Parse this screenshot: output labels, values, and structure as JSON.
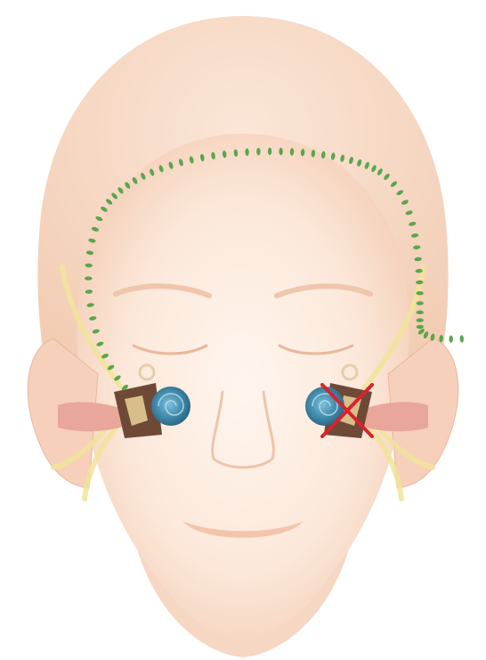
{
  "diagram": {
    "subject": "head-frontal-view",
    "left_ear": {
      "status": "functional",
      "icon": "cochlea-icon"
    },
    "right_ear": {
      "status": "non-functional",
      "marker": "x-mark-icon"
    },
    "signal_route": {
      "style": "dotted",
      "path": "over-the-head"
    }
  },
  "colors": {
    "skin": "#f9dcc8",
    "skin_shadow": "#f0c4a8",
    "hair": "#f6d6c2",
    "ear_canal": "#e8a79a",
    "nerve": "#f1e49a",
    "cochlea": "#3f88a8",
    "ossicles": "#5a3a2a",
    "signal_path": "#5aa64b",
    "cross_mark": "#d9232d"
  }
}
